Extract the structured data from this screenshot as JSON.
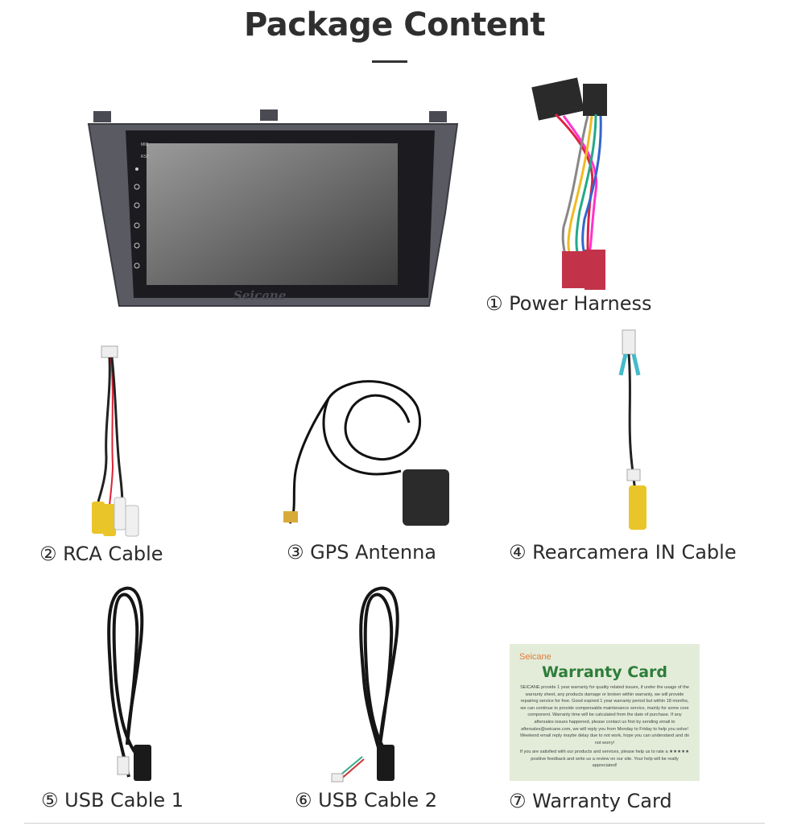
{
  "page": {
    "title": "Package Content"
  },
  "head_unit": {
    "brand": "Seicane",
    "side_buttons": [
      "MIC",
      "RST"
    ]
  },
  "items": [
    {
      "label": "① Power Harness"
    },
    {
      "label": "② RCA Cable"
    },
    {
      "label": "③ GPS Antenna"
    },
    {
      "label": "④ Rearcamera IN Cable"
    },
    {
      "label": "⑤ USB Cable 1"
    },
    {
      "label": "⑥ USB Cable 2"
    },
    {
      "label": "⑦ Warranty Card"
    }
  ],
  "warranty_card": {
    "brand": "Seicane",
    "title": "Warranty Card",
    "body": "SEICANE provide 1 year warranty for quality related issues, if under the usage of the warranty sheet, any products damage or broken within warranty, we will provide repairing service for free. Good expired 1 year warranty period but within 18 months, we can continue to provide compensable maintenance service, mainly for some core component. Warranty time will be calculated from the date of purchase. If any aftersales issues happened, please contact us first by sending email to aftersales@seicane.com, we will reply you from Monday to Friday to help you solve! Weekend email reply maybe delay due to not work, hope you can understand and do not worry!",
    "footer": "If you are satisfied with our products and services, please help us to rate a ★★★★★ positive feedback and write us a review on our site. Your help will be really appreciated!"
  },
  "colors": {
    "title": "#2f2f2f",
    "warranty_bg": "#e3ecd9",
    "warranty_title": "#2e7d3a",
    "warranty_brand": "#e07a3a"
  }
}
